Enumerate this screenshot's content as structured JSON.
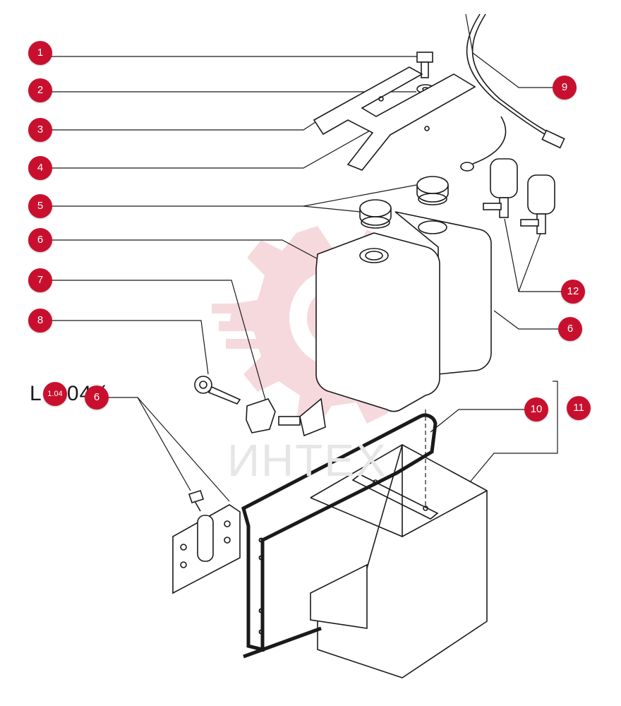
{
  "diagram": {
    "reference_label": "L 1.04 (",
    "watermark": "ИНТЕХ",
    "accent_color": "#c8102e",
    "callouts": [
      {
        "label": "1"
      },
      {
        "label": "2"
      },
      {
        "label": "3"
      },
      {
        "label": "4"
      },
      {
        "label": "5"
      },
      {
        "label": "6"
      },
      {
        "label": "7"
      },
      {
        "label": "8"
      },
      {
        "label": "9"
      },
      {
        "label": "6"
      },
      {
        "label": "12"
      },
      {
        "label": "10"
      },
      {
        "label": "11"
      },
      {
        "label": "6"
      },
      {
        "label": "1.04"
      }
    ]
  }
}
